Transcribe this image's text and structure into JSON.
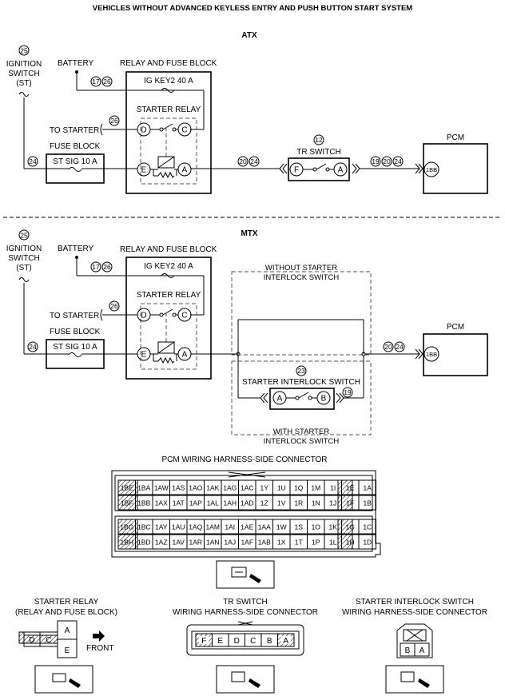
{
  "title": "VEHICLES WITHOUT ADVANCED KEYLESS ENTRY AND PUSH BUTTON START SYSTEM",
  "atx": {
    "section": "ATX",
    "ign_num": "25",
    "ign1": "IGNITION",
    "ign2": "SWITCH",
    "ign3": "(ST)",
    "battery": "BATTERY",
    "rfb": "RELAY AND FUSE BLOCK",
    "ig_fuse": "IG KEY2 40 A",
    "starter_relay": "STARTER RELAY",
    "to_starter": "TO STARTER",
    "fuse_block": "FUSE BLOCK",
    "st_sig": "ST SIG 10 A",
    "n17": "17",
    "n26a": "26",
    "n26b": "26",
    "n24": "24",
    "n20": "20",
    "n24b": "24",
    "tr_num": "12",
    "tr_switch": "TR SWITCH",
    "tr_f": "F",
    "tr_a": "A",
    "n19": "19",
    "n20b": "20",
    "n24c": "24",
    "pcm": "PCM",
    "pin1bb": "1BB",
    "d": "D",
    "c": "C",
    "e": "E",
    "a": "A"
  },
  "mtx": {
    "section": "MTX",
    "ign_num": "25",
    "ign1": "IGNITION",
    "ign2": "SWITCH",
    "ign3": "(ST)",
    "battery": "BATTERY",
    "rfb": "RELAY AND FUSE BLOCK",
    "ig_fuse": "IG KEY2 40 A",
    "starter_relay": "STARTER RELAY",
    "to_starter": "TO STARTER",
    "fuse_block": "FUSE BLOCK",
    "st_sig": "ST SIG 10 A",
    "n17": "17",
    "n26a": "26",
    "n26b": "26",
    "n24": "24",
    "without1": "WITHOUT STARTER",
    "without2": "INTERLOCK SWITCH",
    "sis_num": "23",
    "sis": "STARTER INTERLOCK SWITCH",
    "sis_a": "A",
    "sis_b": "B",
    "n19": "19",
    "with1": "WITH STARTER",
    "with2": "INTERLOCK SWITCH",
    "n20": "20",
    "n24b": "24",
    "pcm": "PCM",
    "pin1bb": "1BB",
    "d": "D",
    "c": "C",
    "e": "E",
    "a": "A"
  },
  "pcm_connector": {
    "title": "PCM WIRING HARNESS-SIDE CONNECTOR",
    "upper_rows": [
      [
        "1BE",
        "1BA",
        "1AW",
        "1AS",
        "1AO",
        "1AK",
        "1AG",
        "1AC",
        "1Y",
        "1U",
        "1Q",
        "1M",
        "1I",
        "1E",
        "1A"
      ],
      [
        "1BF",
        "1BB",
        "1AX",
        "1AT",
        "1AP",
        "1AL",
        "1AH",
        "1AD",
        "1Z",
        "1V",
        "1R",
        "1N",
        "1J",
        "1F",
        "1B"
      ]
    ],
    "lower_rows": [
      [
        "1BG",
        "1BC",
        "1AY",
        "1AU",
        "1AQ",
        "1AM",
        "1AI",
        "1AE",
        "1AA",
        "1W",
        "1S",
        "1O",
        "1K",
        "1G",
        "1C"
      ],
      [
        "1BH",
        "1BD",
        "1AZ",
        "1AV",
        "1AR",
        "1AN",
        "1AJ",
        "1AF",
        "1AB",
        "1X",
        "1T",
        "1P",
        "1L",
        "1H",
        "1D"
      ]
    ]
  },
  "starter_relay_conn": {
    "title1": "STARTER RELAY",
    "title2": "(RELAY AND FUSE BLOCK)",
    "d": "D",
    "c": "C",
    "a": "A",
    "e": "E",
    "front": "FRONT"
  },
  "tr_conn": {
    "title1": "TR SWITCH",
    "title2": "WIRING HARNESS-SIDE CONNECTOR",
    "pins": [
      "F",
      "E",
      "D",
      "C",
      "B",
      "A"
    ]
  },
  "sis_conn": {
    "title1": "STARTER INTERLOCK SWITCH",
    "title2": "WIRING HARNESS-SIDE CONNECTOR",
    "pins": [
      "B",
      "A"
    ]
  }
}
